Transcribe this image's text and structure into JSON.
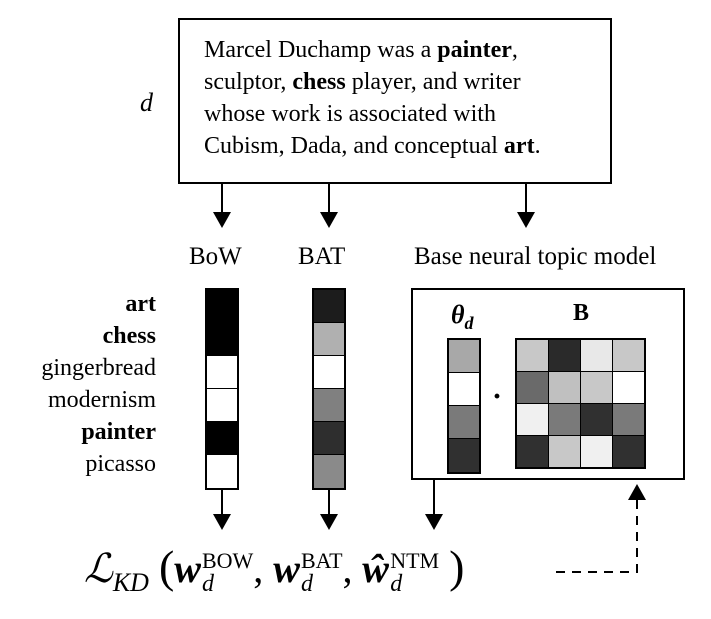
{
  "doc": {
    "label": "d",
    "line1_pre": "Marcel Duchamp was a ",
    "line1_bold": "painter",
    "line1_post": ",",
    "line2_pre": "sculptor, ",
    "line2_bold": "chess",
    "line2_post": " player, and writer",
    "line3": "whose work is associated with",
    "line4_pre": "Cubism, Dada, and conceptual ",
    "line4_bold": "art",
    "line4_post": "."
  },
  "columns": {
    "bow": "BoW",
    "bat": "BAT",
    "ntm": "Base neural topic model"
  },
  "vocab": [
    {
      "word": "art",
      "bold": true
    },
    {
      "word": "chess",
      "bold": true
    },
    {
      "word": "gingerbread",
      "bold": false
    },
    {
      "word": "modernism",
      "bold": false
    },
    {
      "word": "painter",
      "bold": true
    },
    {
      "word": "picasso",
      "bold": false
    }
  ],
  "bow_colors": [
    "#000000",
    "#000000",
    "#ffffff",
    "#ffffff",
    "#000000",
    "#ffffff"
  ],
  "bat_colors": [
    "#1c1c1c",
    "#b0b0b0",
    "#ffffff",
    "#808080",
    "#2e2e2e",
    "#8a8a8a"
  ],
  "theta": {
    "label": "θ",
    "sub": "d",
    "colors": [
      "#a8a8a8",
      "#ffffff",
      "#7a7a7a",
      "#303030"
    ]
  },
  "beta": {
    "label": "B",
    "colors": [
      "#c8c8c8",
      "#2a2a2a",
      "#e8e8e8",
      "#c8c8c8",
      "#6a6a6a",
      "#c0c0c0",
      "#c8c8c8",
      "#ffffff",
      "#f0f0f0",
      "#7a7a7a",
      "#303030",
      "#7a7a7a",
      "#303030",
      "#c8c8c8",
      "#f0f0f0",
      "#303030"
    ]
  },
  "dot": "·",
  "formula": {
    "L": "ℒ",
    "KD": "KD",
    "open": "(",
    "w1": "w",
    "sub1": "d",
    "sup1": "BOW",
    "comma1": ",",
    "w2": "w",
    "sub2": "d",
    "sup2": "BAT",
    "comma2": ",",
    "w3": "ŵ",
    "sub3": "d",
    "sup3": "NTM",
    "close": ")"
  }
}
